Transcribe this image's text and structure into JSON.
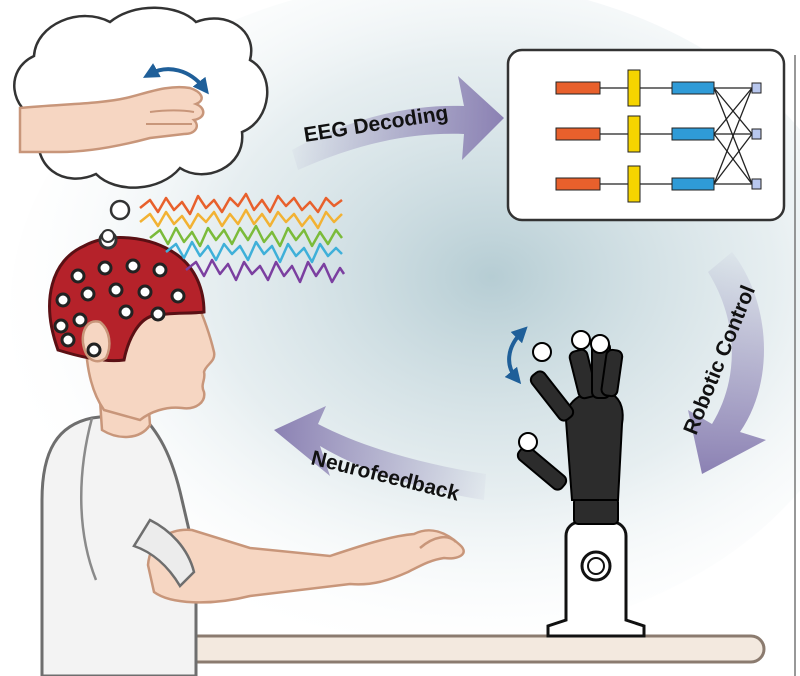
{
  "labels": {
    "eeg_decoding": "EEG Decoding",
    "robotic_control": "Robotic Control",
    "neurofeedback": "Neurofeedback"
  },
  "colors": {
    "arrow": "#8b81b3",
    "cap": "#b5222a",
    "skin": "#f6d6c2",
    "skin_outline": "#c8967a",
    "decoder_input": "#e8602c",
    "decoder_filter": "#f5d400",
    "decoder_hidden": "#2f9bd7",
    "decoder_output": "#b8c7ee",
    "robot": "#2c2c2c",
    "eeg_waves": [
      "#e8602c",
      "#f2b233",
      "#7bbb3a",
      "#3fb0d9",
      "#7b3fa0"
    ]
  },
  "icons": {
    "thought_motion": "double-arrow-icon",
    "robot_motion": "double-arrow-icon"
  }
}
